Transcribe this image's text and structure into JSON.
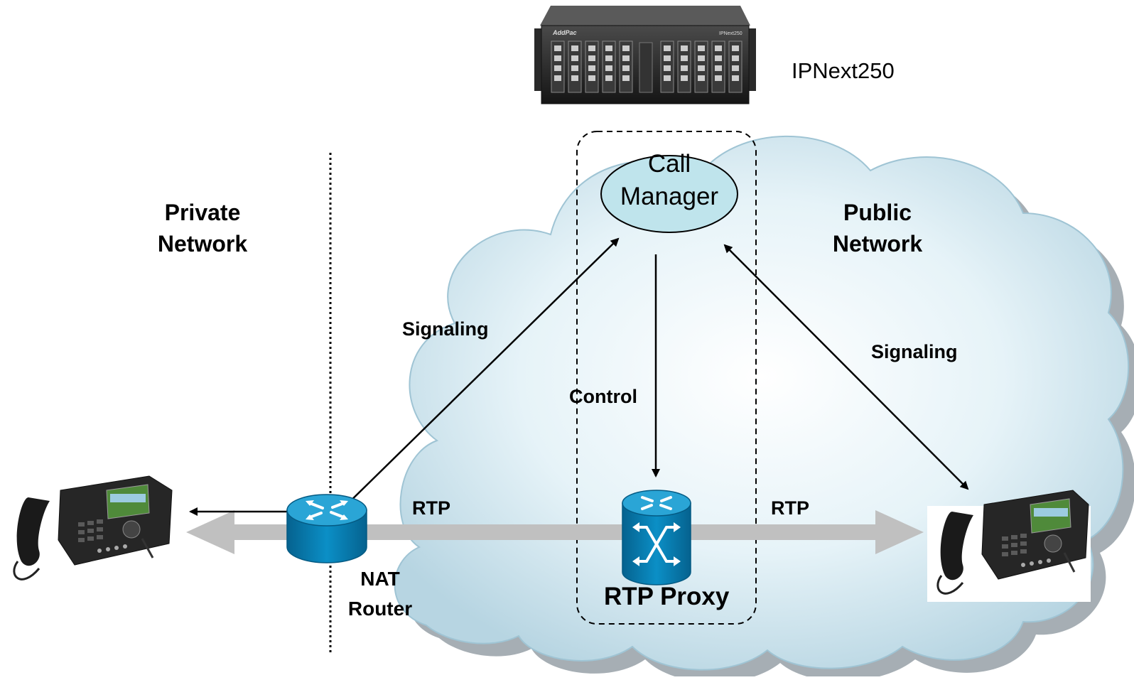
{
  "device": {
    "name": "IPNext250",
    "brand": "AddPac",
    "model_print": "IPNext250"
  },
  "regions": {
    "private": {
      "line1": "Private",
      "line2": "Network"
    },
    "public": {
      "line1": "Public",
      "line2": "Network"
    }
  },
  "nodes": {
    "call_manager": {
      "line1": "Call",
      "line2": "Manager"
    },
    "rtp_proxy": {
      "label": "RTP Proxy"
    },
    "nat_router": {
      "line1": "NAT",
      "line2": "Router"
    }
  },
  "links": {
    "signaling_left": "Signaling",
    "signaling_right": "Signaling",
    "control": "Control",
    "rtp_left": "RTP",
    "rtp_right": "RTP"
  },
  "colors": {
    "cloud_fill": "#d9edf5",
    "cloud_shadow": "#a9b2b8",
    "node_blue": "#0a82b8",
    "node_ellipse": "#bfe4ec",
    "rtp_arrow": "#c0c0c0"
  }
}
